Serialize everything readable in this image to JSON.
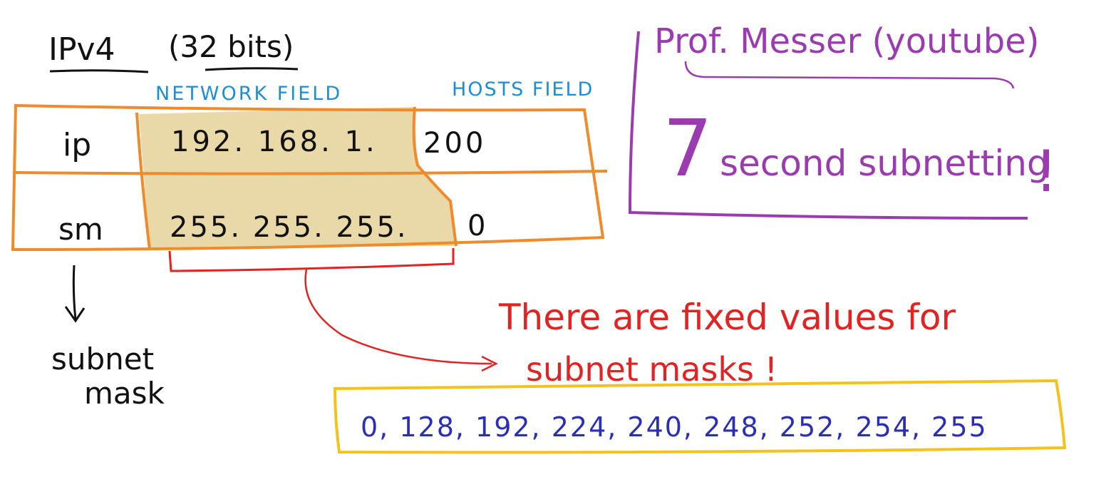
{
  "title": {
    "ipv4": "IPv4",
    "bits": "(32 bits)"
  },
  "fields": {
    "network": "NETWORK FIELD",
    "hosts": "HOSTS FIELD"
  },
  "table": {
    "rows": [
      {
        "label": "ip",
        "network_part": "192. 168. 1.",
        "host_part": "200"
      },
      {
        "label": "sm",
        "network_part": "255. 255. 255.",
        "host_part": "0"
      }
    ]
  },
  "subnet_note": {
    "line1": "subnet",
    "line2": "mask"
  },
  "credit_box": {
    "source": "Prof. Messer (youtube)",
    "big_number": "7",
    "text": "second subnetting",
    "exclaim": "!"
  },
  "fixed_values": {
    "line1": "There are fixed values for",
    "line2": "subnet masks !",
    "values": "0, 128, 192, 224, 240, 248, 252, 254, 255"
  },
  "colors": {
    "black": "#111111",
    "blue": "#1a8fd8",
    "orange": "#f08a2a",
    "tan": "#ead9a8",
    "purple": "#9b3bb0",
    "red": "#e32222",
    "yellow": "#f5c21a",
    "navy": "#2a2fb5"
  }
}
